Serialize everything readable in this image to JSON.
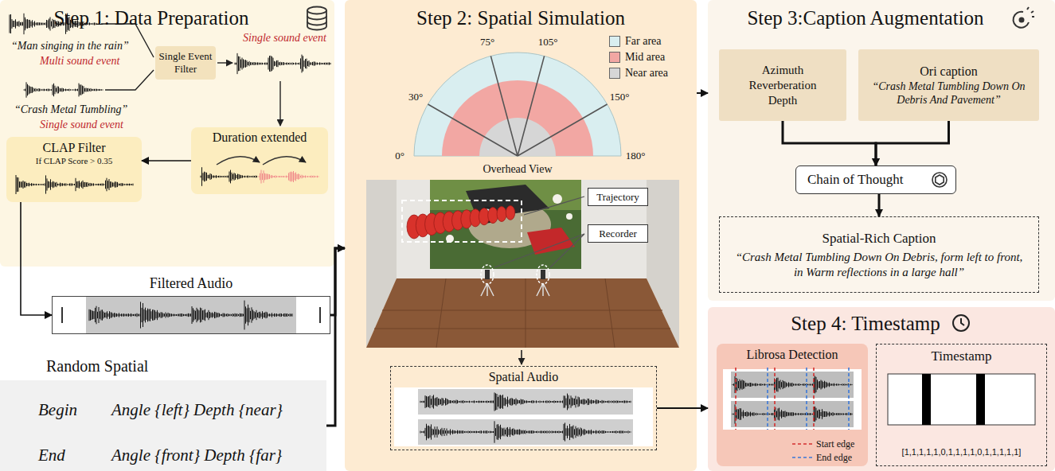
{
  "diagram": {
    "nodes": [
      {
        "text": [
          "Step 1: Data Preparation"
        ]
      },
      {
        "text": [
          "Single Event Filter"
        ],
        "in": 0
      },
      {
        "text": [
          "CLAP Filter",
          "If CLAP Score > 0.35"
        ],
        "in": 0
      },
      {
        "text": [
          "Duration extended"
        ],
        "in": 0
      },
      {
        "text": [
          "Filtered Audio"
        ]
      },
      {
        "text": [
          "Random Spatial",
          "Begin",
          "Angle {left} Depth {near}",
          "End",
          "Angle {front} Depth {far}"
        ]
      },
      {
        "text": [
          "Step 2: Spatial Simulation"
        ]
      },
      {
        "text": [
          "Trajectory"
        ],
        "in": 6
      },
      {
        "text": [
          "Recorder"
        ],
        "in": 6
      },
      {
        "text": [
          "Spatial Audio"
        ],
        "in": 6
      },
      {
        "text": [
          "Step 3:Caption Augmentation"
        ]
      },
      {
        "text": [
          "Azimuth Reverberation Depth"
        ],
        "in": 10
      },
      {
        "text": [
          "Ori caption",
          "“Crash Metal Tumbling Down On Debris And Pavement”"
        ],
        "in": 10
      },
      {
        "text": [
          "Chain of Thought"
        ],
        "in": 10
      },
      {
        "text": [
          "Spatial-Rich Caption",
          "“Crash Metal Tumbling Down On Debris, form left to front, in Warm reflections in a large hall”"
        ],
        "in": 10
      },
      {
        "text": [
          "Step 4: Timestamp"
        ]
      },
      {
        "text": [
          "Librosa Detection"
        ],
        "in": 15
      },
      {
        "text": [
          "Timestamp",
          "[1,1,1,1,1,0,1,1,1,1,0,1,1,1,1,1]"
        ],
        "in": 15
      }
    ],
    "edges": [
      {
        "from": 3,
        "to": 2,
        "arrow": "to"
      },
      {
        "from": 2,
        "to": 4,
        "arrow": "to"
      },
      {
        "from": 4,
        "to": 6,
        "arrow": "to"
      },
      {
        "from": 5,
        "to": 6,
        "arrow": "to"
      },
      {
        "from": 6,
        "to": 10,
        "arrow": "to"
      },
      {
        "from": 9,
        "to": 15,
        "arrow": "to"
      },
      {
        "from": 11,
        "to": 13,
        "arrow": "to"
      },
      {
        "from": 12,
        "to": 13,
        "arrow": "to"
      },
      {
        "from": 13,
        "to": 14,
        "arrow": "to"
      }
    ],
    "labels": [
      "“Man singing in the rain”",
      "Multi sound event",
      "“Crash Metal Tumbling”",
      "Single sound event",
      "Single sound event",
      "0°",
      "30°",
      "75°",
      "105°",
      "150°",
      "180°",
      "Overhead View",
      "Start edge",
      "End edge"
    ],
    "legend": [
      {
        "text": "Far area",
        "color": "#d9eef0"
      },
      {
        "text": "Mid area",
        "color": "#f2a7a3"
      },
      {
        "text": "Near area",
        "color": "#d6d6d6"
      }
    ]
  }
}
